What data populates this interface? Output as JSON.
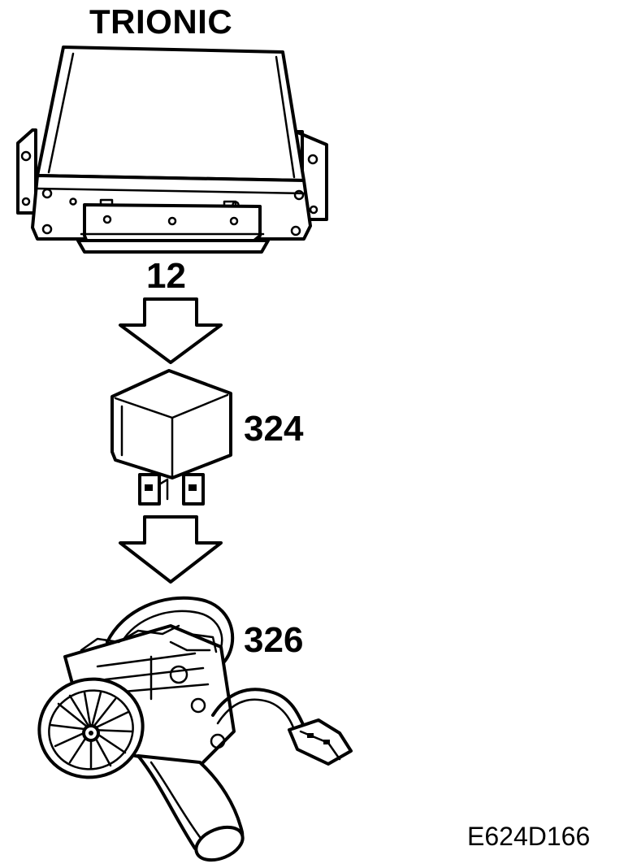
{
  "diagram": {
    "title": "TRIONIC",
    "labels": {
      "connector": "12",
      "relay": "324",
      "pump": "326"
    },
    "figure_code": "E624D166"
  },
  "colors": {
    "line": "#000000",
    "background": "#ffffff"
  }
}
